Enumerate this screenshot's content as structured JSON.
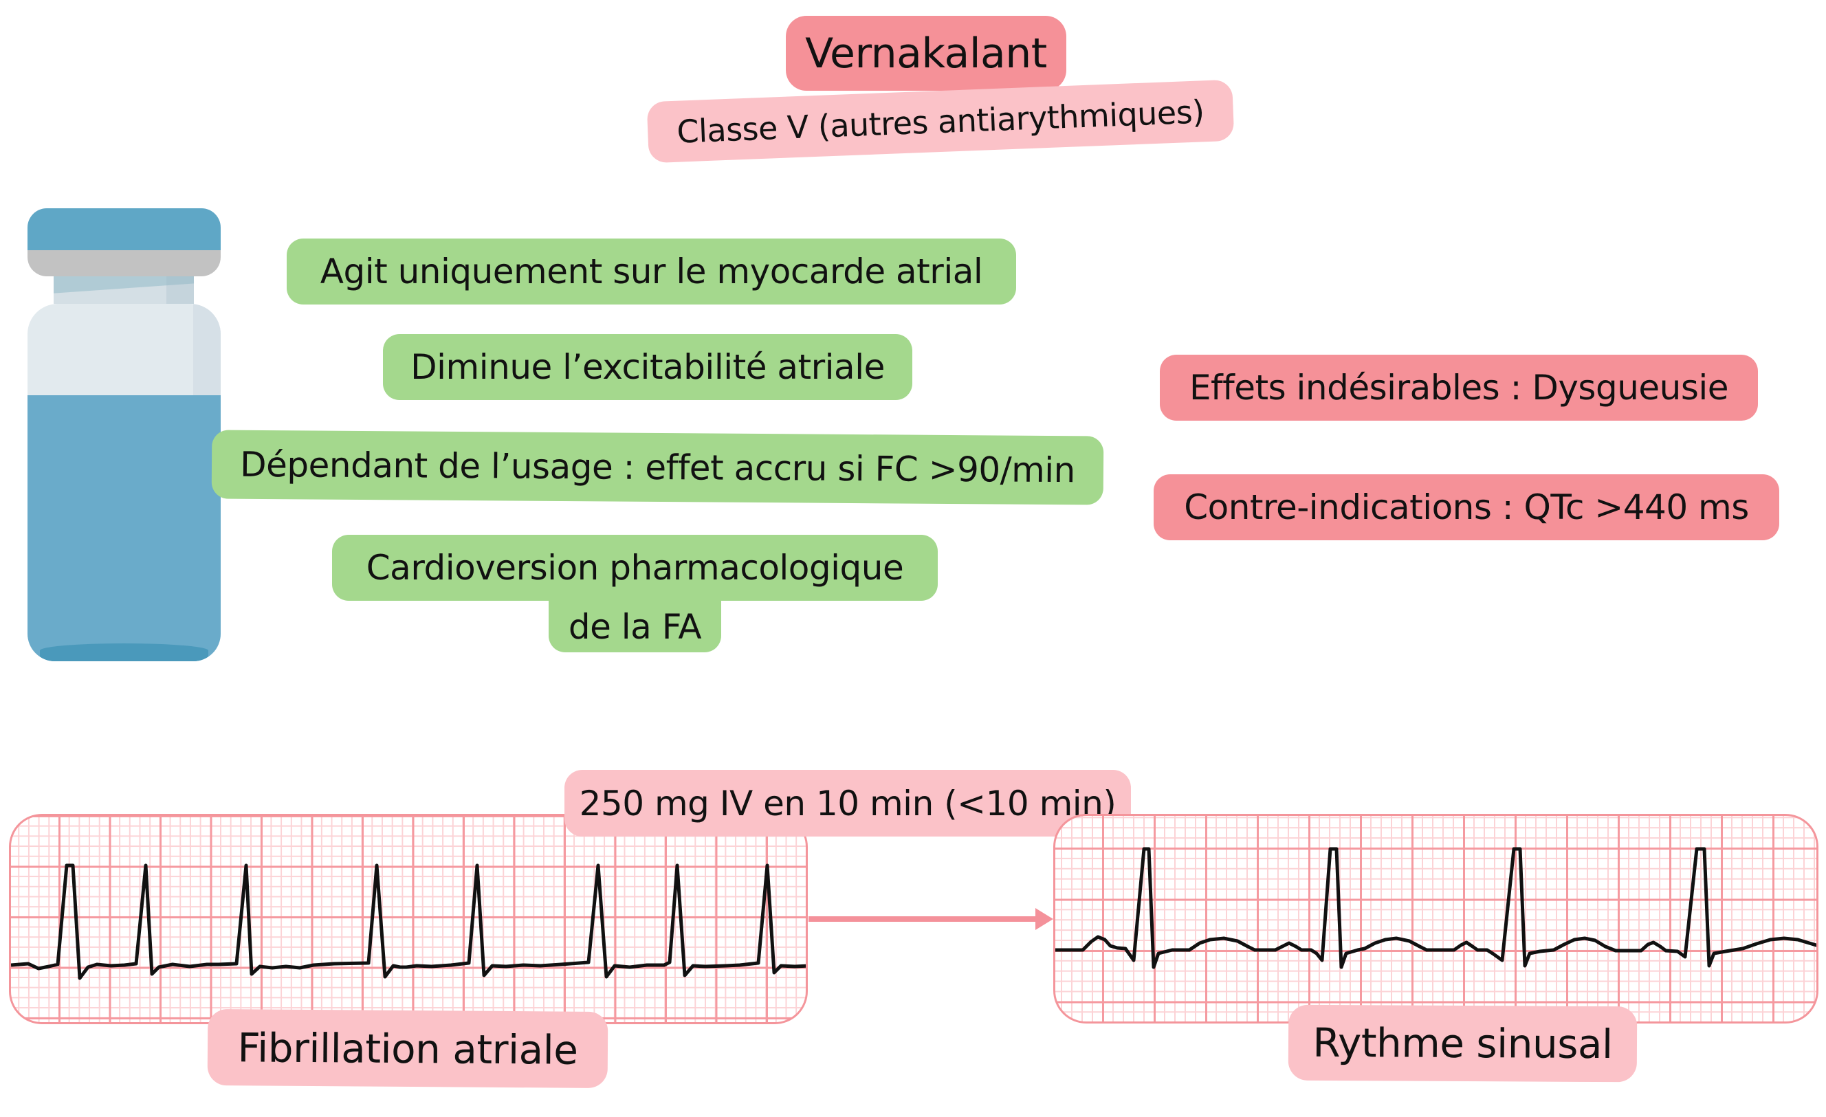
{
  "title": {
    "label": "Vernakalant",
    "color": "#f59198"
  },
  "subtitle": {
    "label": "Classe V (autres antiarythmiques)",
    "color": "#fbc2c8"
  },
  "illustration": {
    "icon": "medicine-vial-icon",
    "cap_color": "#5fa7c6",
    "liquid_color": "#6aabca"
  },
  "mechanisms": {
    "color": "#a4d88d",
    "items": [
      {
        "label": "Agit uniquement sur le myocarde atrial"
      },
      {
        "label": "Diminue l’excitabilité atriale"
      },
      {
        "label": "Dépendant de l’usage : effet accru si FC >90/min"
      },
      {
        "label_line1": "Cardioversion pharmacologique",
        "label_line2": "de la FA"
      }
    ]
  },
  "warnings": {
    "color": "#f59198",
    "items": [
      {
        "label": "Effets indésirables : Dysgueusie"
      },
      {
        "label": "Contre-indications : QTc >440 ms"
      }
    ]
  },
  "conversion": {
    "dose_label": "250 mg IV en 10 min (<10 min)",
    "arrow_icon": "arrow-right-icon",
    "before": {
      "label": "Fibrillation atriale",
      "trace": "irregular-narrow-qrs-no-p-waves",
      "r_peak_count": 8
    },
    "after": {
      "label": "Rythme sinusal",
      "trace": "regular-p-qrs-t",
      "r_peak_count": 4
    },
    "grid_color": "#f59aa0"
  }
}
